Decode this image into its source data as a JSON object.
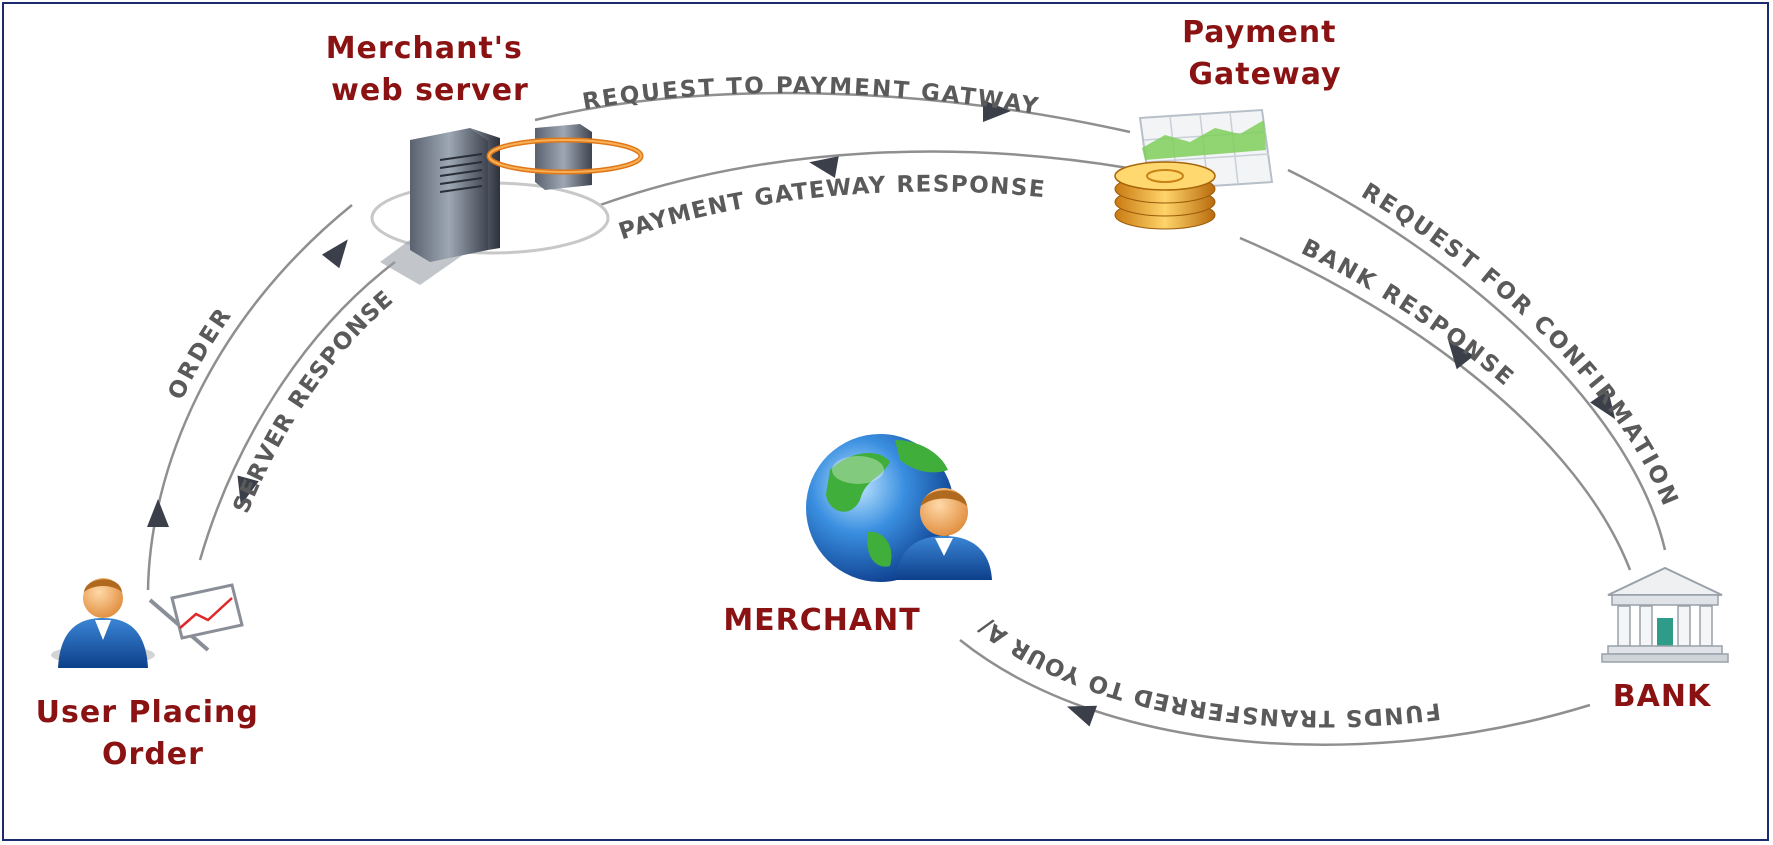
{
  "nodes": {
    "merchant_server": [
      "Merchant's",
      "web server"
    ],
    "payment_gateway": [
      "Payment",
      "Gateway"
    ],
    "user": [
      "User Placing",
      "Order"
    ],
    "merchant": "MERCHANT",
    "bank": "BANK"
  },
  "flows": {
    "request_gateway": "REQUEST  TO PAYMENT GATWAY",
    "gateway_response": "PAYMENT GATEWAY RESPONSE",
    "order": "ORDER",
    "server_response": "SERVER RESPONSE",
    "request_confirmation": "REQUEST  FOR CONFIRMATION",
    "bank_response": "BANK RESPONSE",
    "funds_transferred": "FUNDS TRANSFERRED TO YOUR A/C"
  },
  "colors": {
    "node_label": "#8a1212",
    "flow_label": "#5a5a5a",
    "track": "#8f8f8f",
    "arrowhead": "#3a3f4a"
  },
  "icons": {
    "merchant_server": "server-icon",
    "payment_gateway": "gateway-chart-coins-icon",
    "user": "user-with-chart-icon",
    "merchant": "globe-person-icon",
    "bank": "bank-building-icon"
  }
}
